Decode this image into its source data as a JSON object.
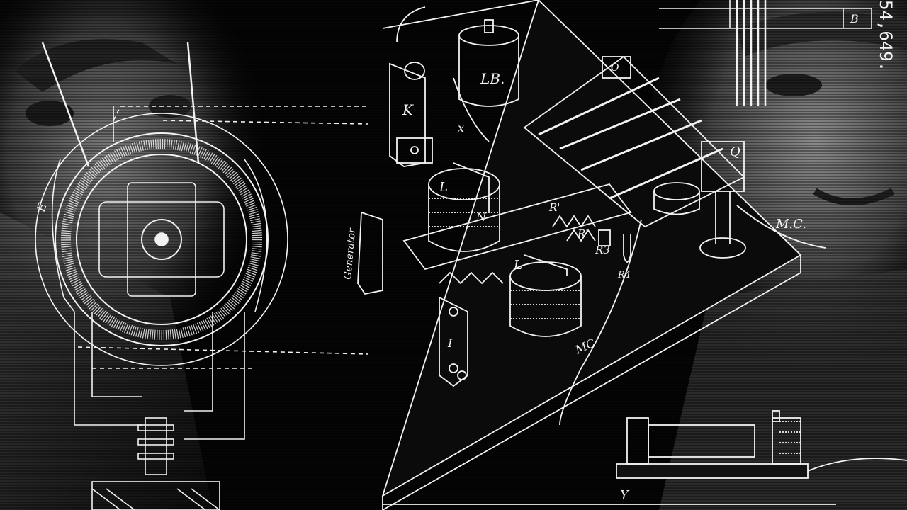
{
  "scene": {
    "description_free": true,
    "palette": {
      "background": "#050505",
      "line": "#f2f2f2",
      "shadow": "#1a1a1a",
      "photo_tone": "#6a6a6a"
    }
  },
  "labels": {
    "lb": "LB.",
    "k": "K",
    "generator": "Generator",
    "n": "N",
    "l_upper": "L",
    "l_lower": "L",
    "r1": "R'",
    "r2": "R'",
    "r3": "R3",
    "r4": "R4",
    "q": "Q",
    "mc_right": "M.C.",
    "mc_lower": "MC",
    "o_top": "O",
    "y": "Y",
    "b": "B",
    "e": "E",
    "i": "I",
    "x": "x",
    "patent_number": "54,649."
  }
}
